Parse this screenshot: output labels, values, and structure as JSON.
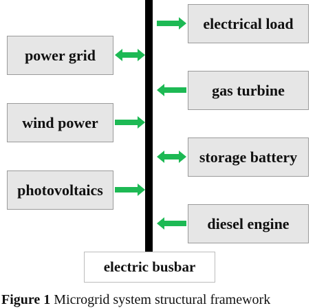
{
  "colors": {
    "arrow": "#1db954",
    "bus": "#000000",
    "box_fill": "#e6e6e6",
    "box_border": "#9a9a9a"
  },
  "sources": [
    {
      "id": "power-grid",
      "label": "power grid",
      "flow": "bidirectional"
    },
    {
      "id": "wind-power",
      "label": "wind power",
      "flow": "to-bus"
    },
    {
      "id": "photovoltaics",
      "label": "photovoltaics",
      "flow": "to-bus"
    }
  ],
  "units": [
    {
      "id": "electrical-load",
      "label": "electrical load",
      "flow": "from-bus"
    },
    {
      "id": "gas-turbine",
      "label": "gas turbine",
      "flow": "to-bus"
    },
    {
      "id": "storage-battery",
      "label": "storage battery",
      "flow": "bidirectional"
    },
    {
      "id": "diesel-engine",
      "label": "diesel engine",
      "flow": "to-bus"
    }
  ],
  "busbar": {
    "label": "electric busbar"
  },
  "caption": {
    "figure": "Figure 1",
    "text": " Microgrid system structural framework"
  }
}
